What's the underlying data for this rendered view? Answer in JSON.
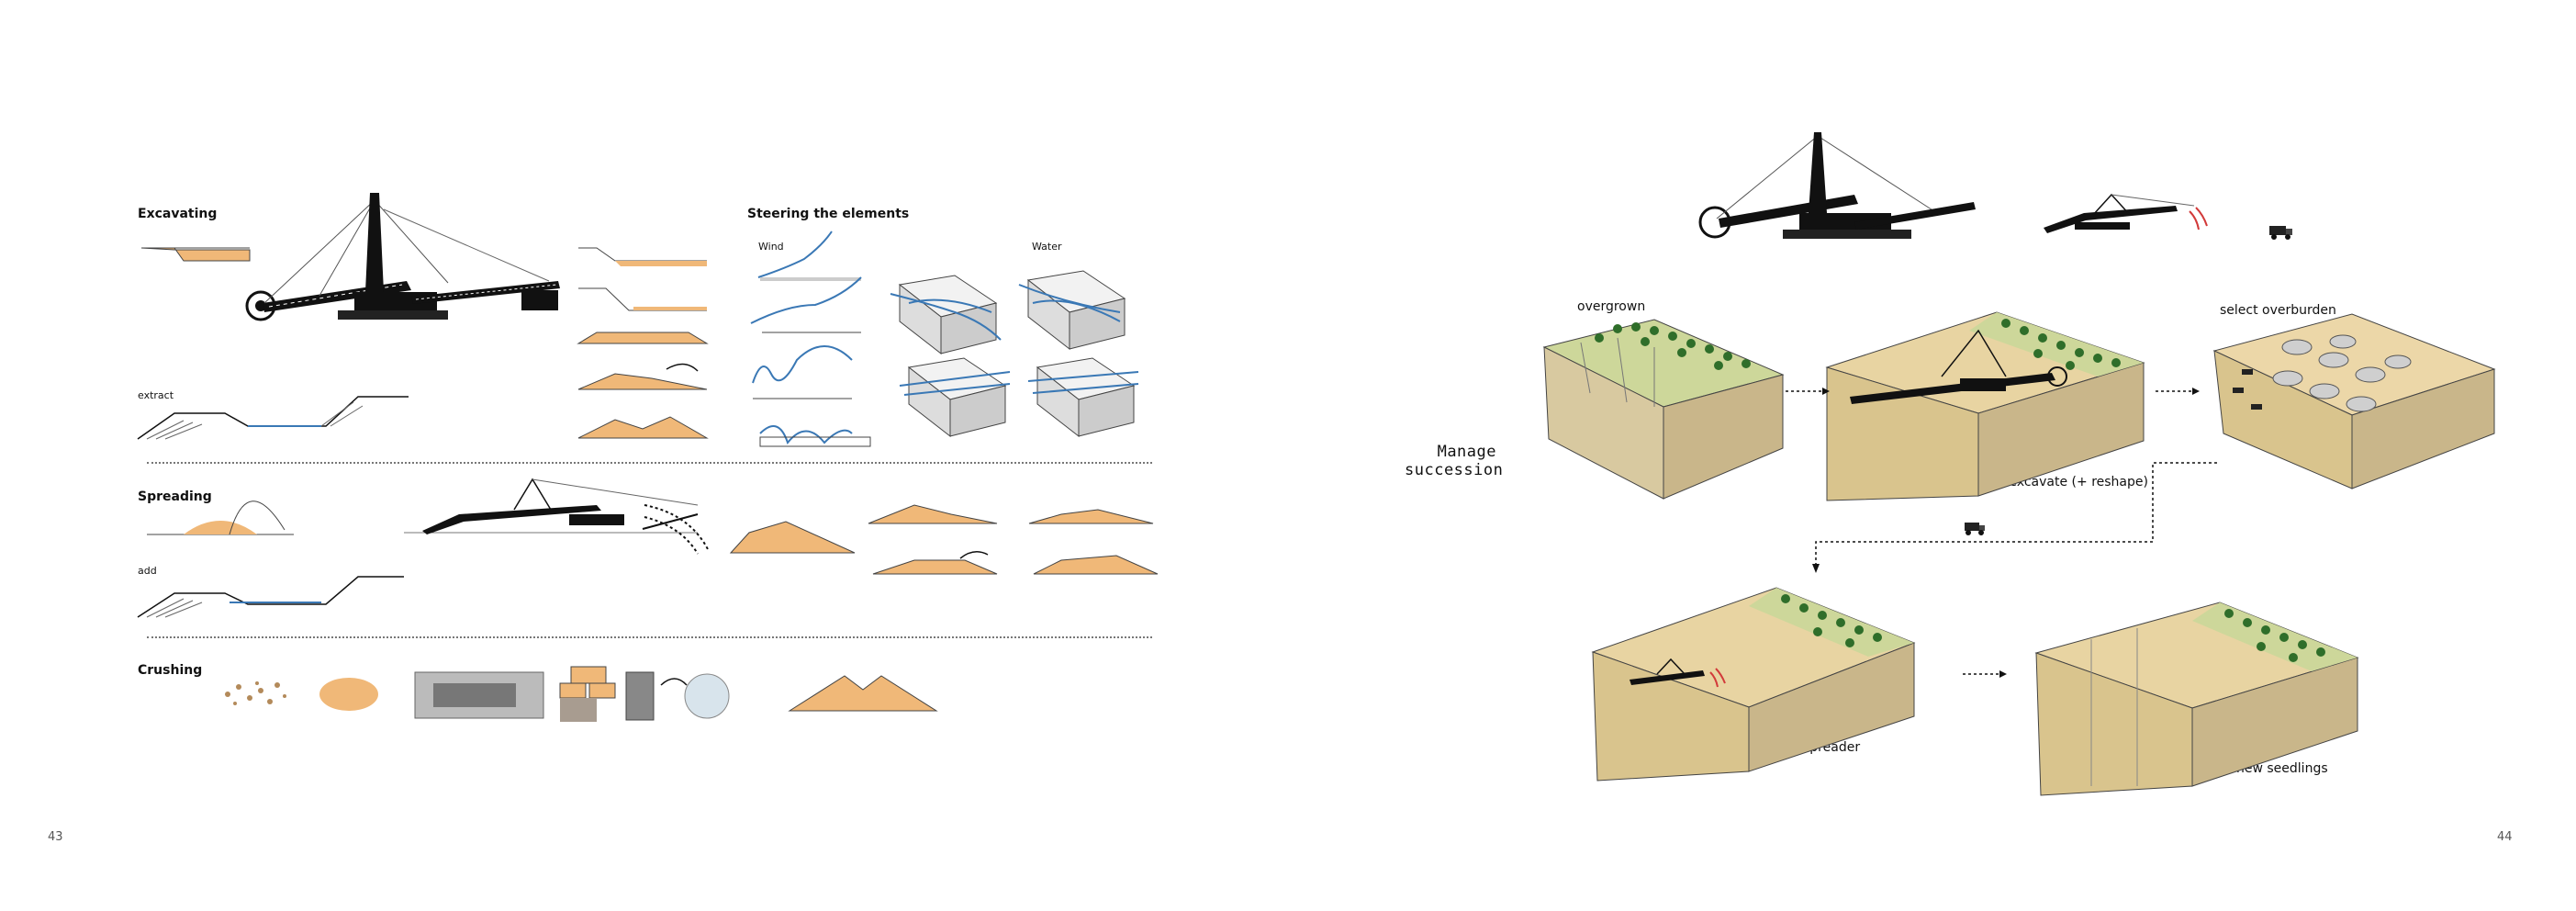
{
  "left_page": {
    "page_number": "43",
    "sections": {
      "excavating": "Excavating",
      "extract": "extract",
      "steering": "Steering the elements",
      "wind": "Wind",
      "water": "Water",
      "spreading": "Spreading",
      "add": "add",
      "crushing": "Crushing"
    }
  },
  "right_page": {
    "page_number": "44",
    "title_line1": "Manage",
    "title_line2": "succession",
    "labels": {
      "overgrown": "overgrown",
      "reexcavate": "partly re-excavate (+ reshape)",
      "select_overburden": "select overburden",
      "spreader": "spreader",
      "new_seedlings": "new seedlings"
    }
  },
  "colors": {
    "sand": "#f0b878",
    "sand_light": "#e8d4a2",
    "grass": "#cdd79a",
    "tree": "#2f6e2a",
    "water": "#3a78b5",
    "ink": "#111111",
    "red": "#d23a3a"
  }
}
